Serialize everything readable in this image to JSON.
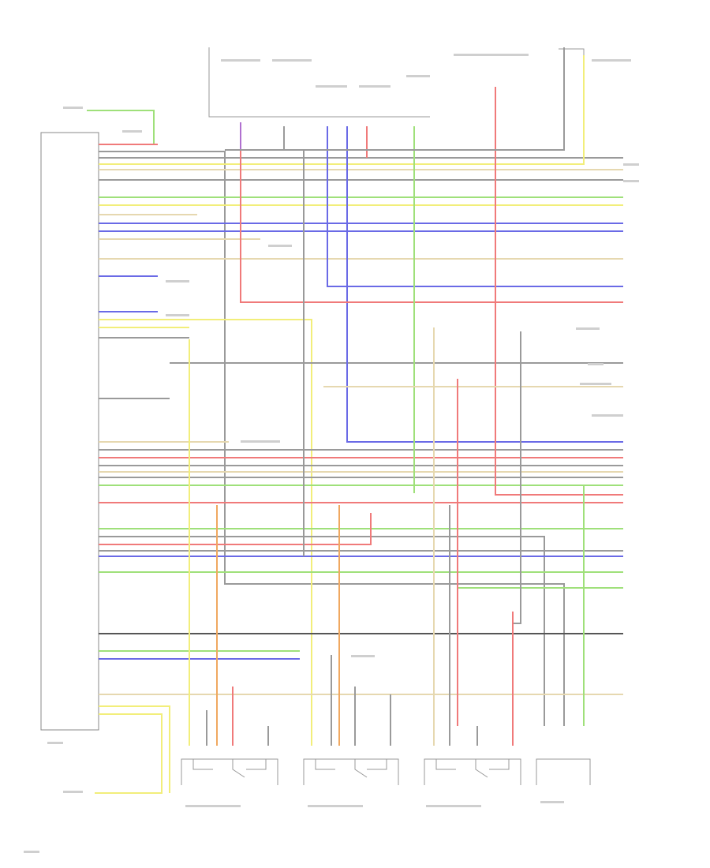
{
  "diagram": {
    "wire_colors": {
      "gray": "#9a9a9a",
      "tan": "#e6d8b0",
      "yellow": "#f2ee7a",
      "green": "#9fe07a",
      "blue": "#6a6ae6",
      "red": "#f07a7a",
      "purple": "#b070d0",
      "orange": "#f0a860",
      "dark": "#555555"
    },
    "components": [
      "control-module",
      "top-switch-panel",
      "connector-1",
      "connector-2",
      "connector-3",
      "connector-4"
    ]
  }
}
